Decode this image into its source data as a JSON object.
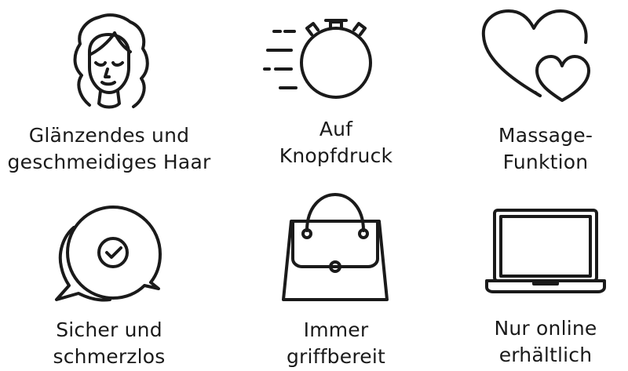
{
  "theme": {
    "stroke_color": "#1a1a1a",
    "background": "#ffffff"
  },
  "features": [
    {
      "icon": "woman-face-icon",
      "line1": "Glänzendes und",
      "line2": "geschmeidiges Haar"
    },
    {
      "icon": "stopwatch-icon",
      "line1": "Auf",
      "line2": "Knopfdruck"
    },
    {
      "icon": "hearts-icon",
      "line1": "Massage-",
      "line2": "Funktion"
    },
    {
      "icon": "speech-bubble-check-icon",
      "line1": "Sicher und",
      "line2": "schmerzlos"
    },
    {
      "icon": "handbag-icon",
      "line1": "Immer",
      "line2": "griffbereit"
    },
    {
      "icon": "laptop-icon",
      "line1": "Nur online",
      "line2": "erhältlich"
    }
  ]
}
